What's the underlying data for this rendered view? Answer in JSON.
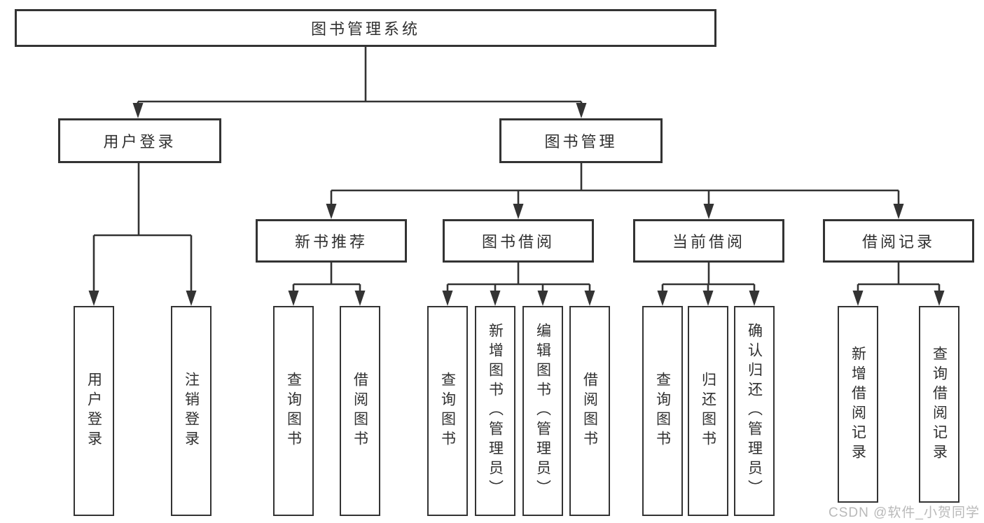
{
  "diagram": {
    "root": {
      "label": "图书管理系统"
    },
    "branches": [
      {
        "label": "用户登录",
        "children": [
          {
            "label": "用户登录"
          },
          {
            "label": "注销登录"
          }
        ]
      },
      {
        "label": "图书管理",
        "children": [
          {
            "label": "新书推荐",
            "children": [
              {
                "label": "查询图书"
              },
              {
                "label": "借阅图书"
              }
            ]
          },
          {
            "label": "图书借阅",
            "children": [
              {
                "label": "查询图书"
              },
              {
                "label": "新增图书（管理员）"
              },
              {
                "label": "编辑图书（管理员）"
              },
              {
                "label": "借阅图书"
              }
            ]
          },
          {
            "label": "当前借阅",
            "children": [
              {
                "label": "查询图书"
              },
              {
                "label": "归还图书"
              },
              {
                "label": "确认归还（管理员）"
              }
            ]
          },
          {
            "label": "借阅记录",
            "children": [
              {
                "label": "新增借阅记录"
              },
              {
                "label": "查询借阅记录"
              }
            ]
          }
        ]
      }
    ]
  },
  "watermark": {
    "text": "CSDN @软件_小贺同学",
    "color": "#b9b9b9"
  },
  "colors": {
    "line": "#333333",
    "box_border": "#333333",
    "text": "#303030",
    "background": "#ffffff"
  }
}
